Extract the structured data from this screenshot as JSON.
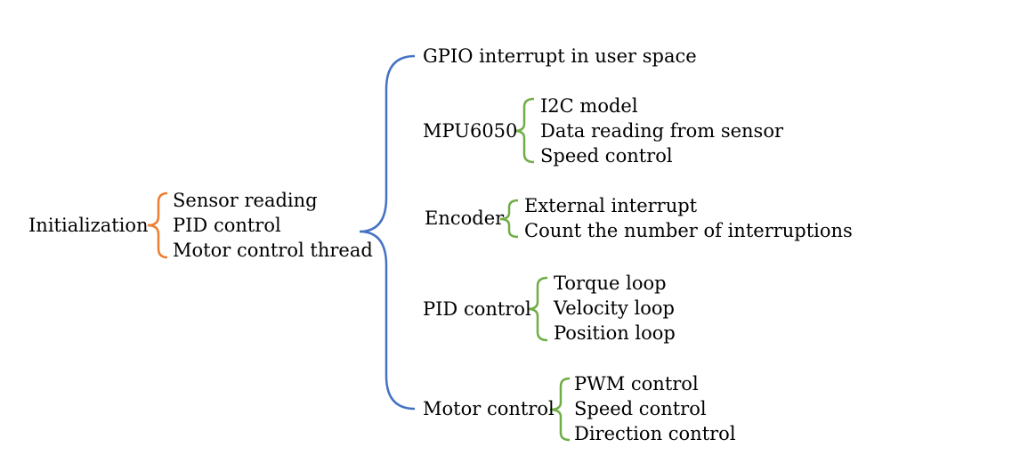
{
  "colors": {
    "root_brace": "#ED7D31",
    "main_brace": "#4472C4",
    "sub_brace": "#70AD47",
    "text": "#000000"
  },
  "root": {
    "label": "Initialization",
    "children": [
      "Sensor reading",
      "PID control",
      "Motor control thread"
    ]
  },
  "groups": [
    {
      "label": "GPIO interrupt in user space",
      "items": []
    },
    {
      "label": "MPU6050",
      "items": [
        "I2C model",
        "Data reading from sensor",
        "Speed control"
      ]
    },
    {
      "label": "Encoder",
      "items": [
        "External interrupt",
        "Count the number of interruptions"
      ]
    },
    {
      "label": "PID control",
      "items": [
        "Torque loop",
        "Velocity loop",
        "Position loop"
      ]
    },
    {
      "label": "Motor control",
      "items": [
        "PWM control",
        "Speed control",
        "Direction control"
      ]
    }
  ]
}
